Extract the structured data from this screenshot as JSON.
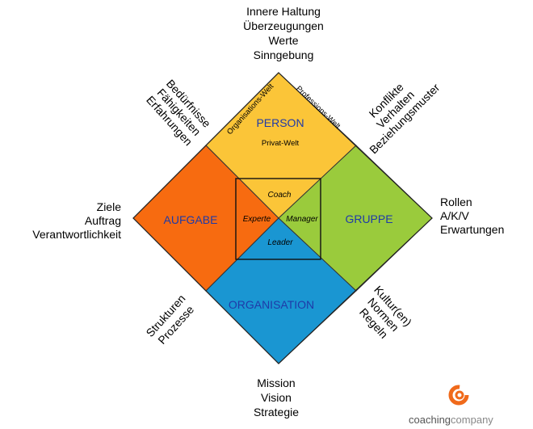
{
  "quadrants": {
    "top": "PERSON",
    "left": "AUFGABE",
    "right": "GRUPPE",
    "bottom": "ORGANISATION"
  },
  "person_sub": {
    "left_rotated": "Organisations-Welt",
    "right_rotated": "Professions-Welt",
    "center": "Privat-Welt"
  },
  "center_box": {
    "top": "Coach",
    "left": "Experte",
    "right": "Manager",
    "bottom": "Leader"
  },
  "outer": {
    "top": [
      "Innere Haltung",
      "Überzeugungen",
      "Werte",
      "Sinngebung"
    ],
    "left": [
      "Ziele",
      "Auftrag",
      "Verantwortlichkeit"
    ],
    "right": [
      "Rollen",
      "A/K/V",
      "Erwartungen"
    ],
    "bottom": [
      "Mission",
      "Vision",
      "Strategie"
    ],
    "top_left": [
      "Bedürfnisse",
      "Fähigkeiten",
      "Erfahrungen"
    ],
    "top_right": [
      "Konflikte",
      "Verhalten",
      "Beziehungsmuster"
    ],
    "bottom_left": [
      "Strukturen",
      "Prozesse"
    ],
    "bottom_right": [
      "Kultur(en)",
      "Normen",
      "Regeln"
    ]
  },
  "colors": {
    "person": "#fbc538",
    "aufgabe": "#f76b10",
    "gruppe": "#9acb3c",
    "organisation": "#1a96d2",
    "title_blue": "#1f3aa8",
    "logo_orange": "#f06a1b"
  },
  "brand": {
    "part1": "coaching",
    "part2": "company",
    "logo_icon": "swirl-logo-icon"
  }
}
